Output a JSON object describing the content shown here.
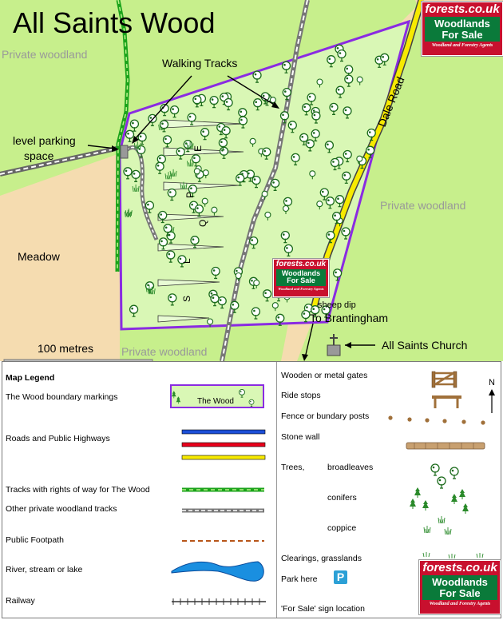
{
  "map": {
    "title": "All Saints Wood",
    "labels": {
      "private_woodland_nw": "Private woodland",
      "private_woodland_e": "Private woodland",
      "private_woodland_s": "Private woodland",
      "walking_tracks": "Walking Tracks",
      "parking_line1": "level parking",
      "parking_line2": "space",
      "meadow": "Meadow",
      "dale_road": "Dale Road",
      "sheep_dip": "sheep dip",
      "to_brantingham": "To Brantingham",
      "church": "All Saints Church",
      "scale": "100 metres"
    },
    "ride_letters": [
      "E",
      "P",
      "Q",
      "L",
      "S"
    ]
  },
  "sign": {
    "brand": "forests.co.uk",
    "line1": "Woodlands",
    "line2": "For Sale",
    "tagline": "Woodland and Forestry Agents"
  },
  "legend": {
    "title": "Map Legend",
    "wood_sample": "The Wood",
    "north": "N",
    "left_items": [
      "The Wood boundary markings",
      "Roads and Public Highways",
      "Tracks with rights of way for The Wood",
      "Other private woodland tracks",
      "Public Footpath",
      "River, stream or lake",
      "Railway"
    ],
    "right_items": {
      "gates": "Wooden or metal gates",
      "ride_stops": "Ride stops",
      "fence": "Fence or bundary posts",
      "stone_wall": "Stone wall",
      "trees": "Trees,",
      "broadleaves": "broadleaves",
      "conifers": "conifers",
      "coppice": "coppice",
      "clearings": "Clearings, grasslands",
      "park": "Park here",
      "park_symbol": "P",
      "for_sale": "'For Sale'  sign location"
    }
  },
  "colors": {
    "grass": "#c7ef8c",
    "wood": "#d9f7b5",
    "meadow": "#f5dcb0",
    "boundary": "#8a2be2",
    "road_yellow": "#f7ea00",
    "road_red": "#e8001c",
    "road_blue": "#1c4fd8",
    "sign_red": "#c8102e",
    "sign_green": "#0a7a3a",
    "water": "#1a8fe0"
  }
}
